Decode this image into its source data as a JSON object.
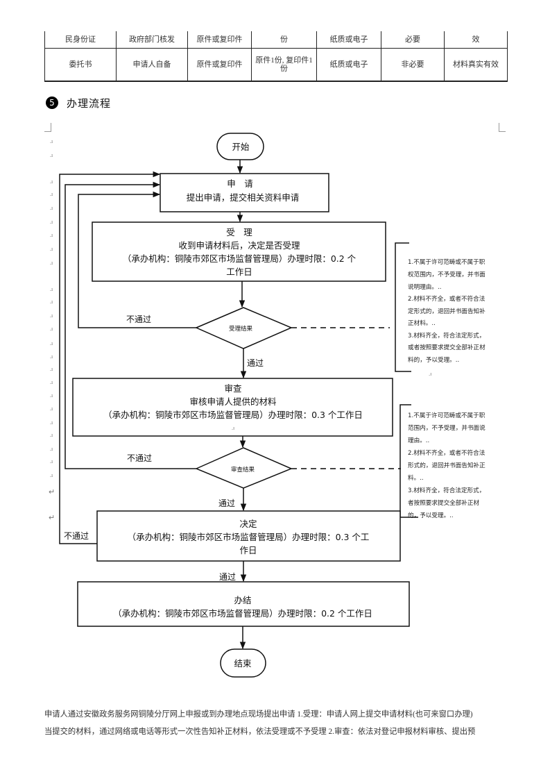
{
  "table": {
    "rows": [
      [
        "民身份证",
        "政府部门核发",
        "原件或复印件",
        "份",
        "纸质或电子",
        "必要",
        "效"
      ],
      [
        "委托书",
        "申请人自备",
        "原件或复印件",
        "原件1份, 复印件1份",
        "纸质或电子",
        "非必要",
        "材料真实有效"
      ]
    ]
  },
  "section": {
    "number": "5",
    "title": "办理流程"
  },
  "marks": {
    "paragraph": ".ı",
    "return": "↵"
  },
  "flowchart": {
    "start": "开始",
    "apply": {
      "title": "申　请",
      "desc": "提出申请，提交相关资料申请"
    },
    "accept": {
      "title": "受　理",
      "desc": "收到申请材料后，决定是否受理",
      "org_line": "（承办机构：铜陵市郊区市场监督管理局）办理时限：0.2 个",
      "org_line_cont": "工作日"
    },
    "accept_decision": "受理结果",
    "review": {
      "title": "审查",
      "desc": "审核申请人提供的材料",
      "org_line": "（承办机构：铜陵市郊区市场监督管理局）办理时限：0.3 个工作日"
    },
    "review_decision": "审查结果",
    "decide": {
      "title": "决定",
      "org_line": "（承办机构：铜陵市郊区市场监督管理局）办理时限：0.3 个工",
      "org_line_cont": "作日"
    },
    "finish": {
      "title": "办结",
      "org_line": "（承办机构：铜陵市郊区市场监督管理局）办理时限：0.2 个工作日"
    },
    "end": "结束",
    "labels": {
      "fail": "不通过",
      "pass": "通过"
    },
    "notes_accept": [
      "1.不属于许可范畴或不属于职",
      "权范围内，不予受理，并书面",
      "说明理由。..",
      "2.材料不齐全，或者不符合法",
      "定形式的，退回并书面告知补",
      "正材料。..",
      "3.材料齐全，符合法定形式，",
      "或者按照要求提交全部补正材",
      "料的，予以受理。.."
    ],
    "notes_review": [
      "1.不属于许可范畴或不属于职",
      "范围内，不予受理，并书面说",
      "理由。..",
      "2.材料不齐全，或者不符合法",
      "形式的，退回并书面告知补正",
      "料。..",
      "3.材料齐全，符合法定形式，",
      "者按照要求提交全部补正材",
      "的，予以受理。.."
    ]
  },
  "paragraph": {
    "lines": [
      "申请人通过安徽政务服务网铜陵分厅网上申报或到办理地点现场提出申请 1.受理：申请人网上提交申请材料(也可来窗口办理)",
      "当提交的材料，通过网络或电话等形式一次性告知补正材料，依法受理或不予受理 2.审查：依法对登记申报材料审核、提出预"
    ]
  }
}
